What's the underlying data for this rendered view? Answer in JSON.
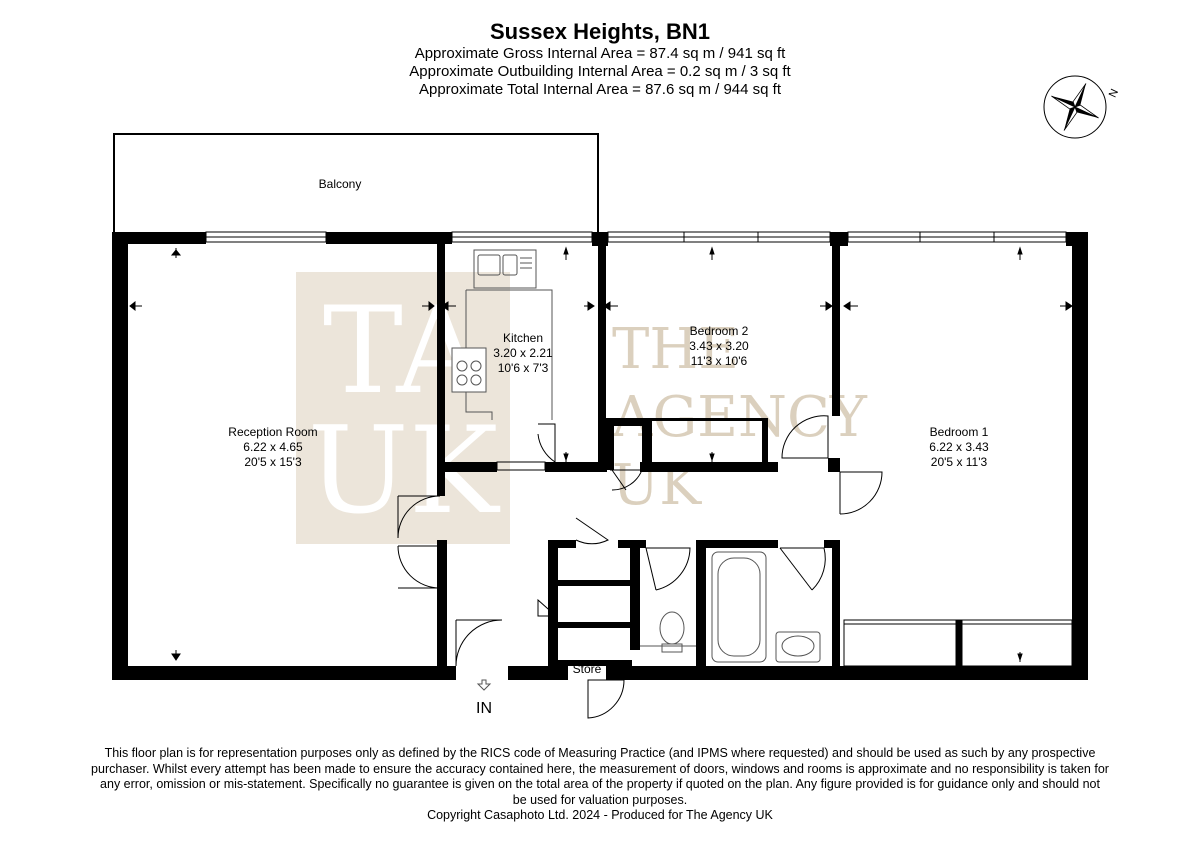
{
  "header": {
    "title": "Sussex Heights, BN1",
    "areas": [
      "Approximate Gross Internal Area = 87.4 sq m / 941 sq ft",
      "Approximate Outbuilding Internal Area = 0.2 sq m / 3 sq ft",
      "Approximate Total Internal Area = 87.6 sq m / 944 sq ft"
    ]
  },
  "compass": {
    "north_label": "N"
  },
  "watermark": {
    "logo_letters": [
      "TA",
      "UK"
    ],
    "name_lines": [
      "THE",
      "AGENCY",
      "UK"
    ],
    "color": "#c8b7a0"
  },
  "rooms": {
    "balcony": {
      "name": "Balcony"
    },
    "reception": {
      "name": "Reception Room",
      "metric": "6.22 x 4.65",
      "imperial": "20'5 x 15'3"
    },
    "kitchen": {
      "name": "Kitchen",
      "metric": "3.20 x 2.21",
      "imperial": "10'6 x 7'3"
    },
    "bedroom2": {
      "name": "Bedroom 2",
      "metric": "3.43 x 3.20",
      "imperial": "11'3 x 10'6"
    },
    "bedroom1": {
      "name": "Bedroom 1",
      "metric": "6.22 x 3.43",
      "imperial": "20'5 x 11'3"
    },
    "store": {
      "name": "Store"
    }
  },
  "entrance": {
    "label": "IN"
  },
  "footer": {
    "disclaimer": [
      "This floor plan is for representation purposes only as defined by the RICS code of Measuring Practice (and IPMS where requested) and should be used as such by any prospective",
      "purchaser. Whilst every attempt has been made to ensure the accuracy contained here, the measurement of doors, windows and rooms is approximate and no responsibility is taken for",
      "any error, omission or mis-statement. Specifically no guarantee is given on the total area of the property if quoted on the plan. Any figure provided is for guidance only and should not",
      "be used for valuation purposes."
    ],
    "copyright": "Copyright Casaphoto Ltd. 2024 - Produced for The Agency UK"
  },
  "colors": {
    "wall": "#000000",
    "watermark": "#c8b7a0",
    "fixture": "#555555"
  }
}
